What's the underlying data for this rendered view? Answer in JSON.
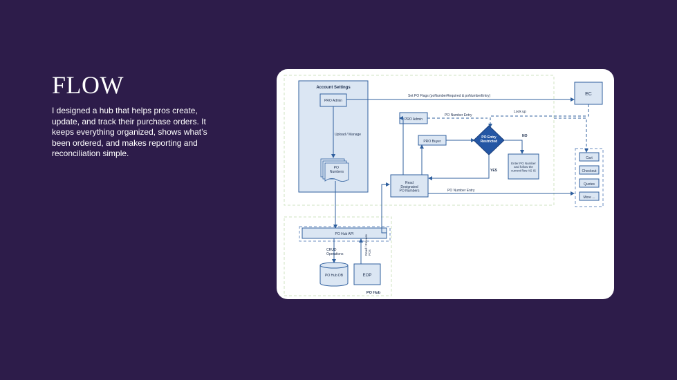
{
  "slide": {
    "title": "FLOW",
    "description": "I designed a hub that helps pros create, update, and track their purchase orders. It keeps everything organized, shows what’s been ordered, and makes reporting and reconciliation simple."
  },
  "diagram": {
    "account_settings": "Account Settings",
    "pro_admin": "PRO Admin",
    "upload_manage": "Upload / Manage",
    "po_numbers": "PO\nNumbers",
    "set_po_flags": "Set PO Flags (poNumberRequired & poNumberEntry)",
    "ec": "EC",
    "look_up": "Look up",
    "pro_admin_2": "PRO Admin",
    "po_number_entry_top": "PO Number Entry",
    "pro_buyer": "PRO Buyer",
    "po_entry_restricted": "PO Entry\nRestricted",
    "no": "NO",
    "yes": "YES",
    "enter_po_number": "Enter PO Number\nand follow the\ncurrent flow AS IS",
    "read_designated": "Read\nDesignated\nPO Numbers",
    "po_number_entry_bottom": "PO Number Entry",
    "ec_items": [
      "Cart",
      "Checkout",
      "Quotes",
      "More ..."
    ],
    "po_hub_api": "PO Hub API",
    "crud_operations": "CRUD\nOperations",
    "read_release_pos": "Read / Release\nPOs",
    "po_hub_db": "PO Hub DB",
    "eop": "EOP",
    "po_hub": "PO Hub"
  },
  "colors": {
    "background": "#2d1c4a",
    "card": "#ffffff",
    "node_fill": "#dbe6f3",
    "node_stroke": "#2f5f9e",
    "decision_fill": "#2456a4",
    "group_dash": "#cfe3c2"
  }
}
